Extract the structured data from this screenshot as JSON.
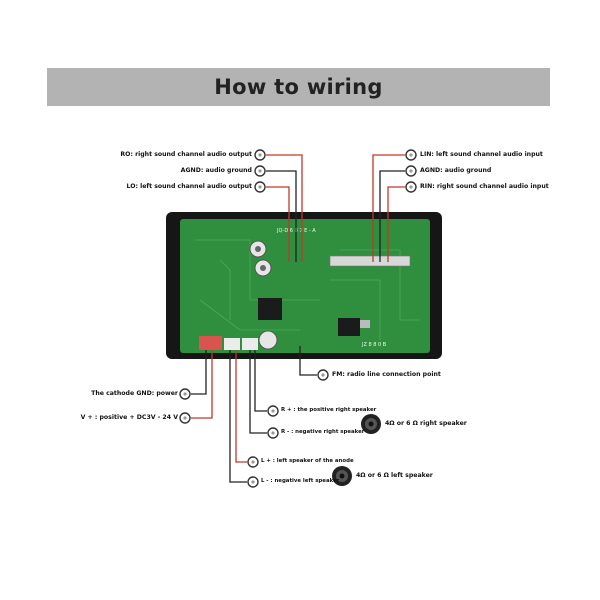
{
  "header": {
    "title": "How to wiring"
  },
  "labels": {
    "ro": "RO: right sound channel audio output",
    "agnd_left": "AGND: audio ground",
    "lo": "LO: left sound channel audio output",
    "lin": "LIN: left sound channel audio input",
    "agnd_right": "AGND: audio ground",
    "rin": "RIN: right sound channel audio input",
    "fm": "FM: radio line connection point",
    "gnd": "The cathode GND: power",
    "vplus": "V + : positive + DC3V - 24 V",
    "r_pos": "R + : the positive right speaker",
    "r_neg": "R - : negative right speaker",
    "l_pos": "L + : left speaker of the anode",
    "l_neg": "L - : negative left speaker",
    "right_speaker": "4Ω or 6 Ω right speaker",
    "left_speaker": "4Ω or 6 Ω left speaker",
    "board_code": "JQ-D 6 8 7 E - A",
    "chip_code": "JZ 8 8 0 B"
  },
  "colors": {
    "banner": "#b3b3b3",
    "board_frame": "#161616",
    "pcb": "#2f8f3f",
    "wire_red": "#c0392b",
    "wire_black": "#222222"
  }
}
